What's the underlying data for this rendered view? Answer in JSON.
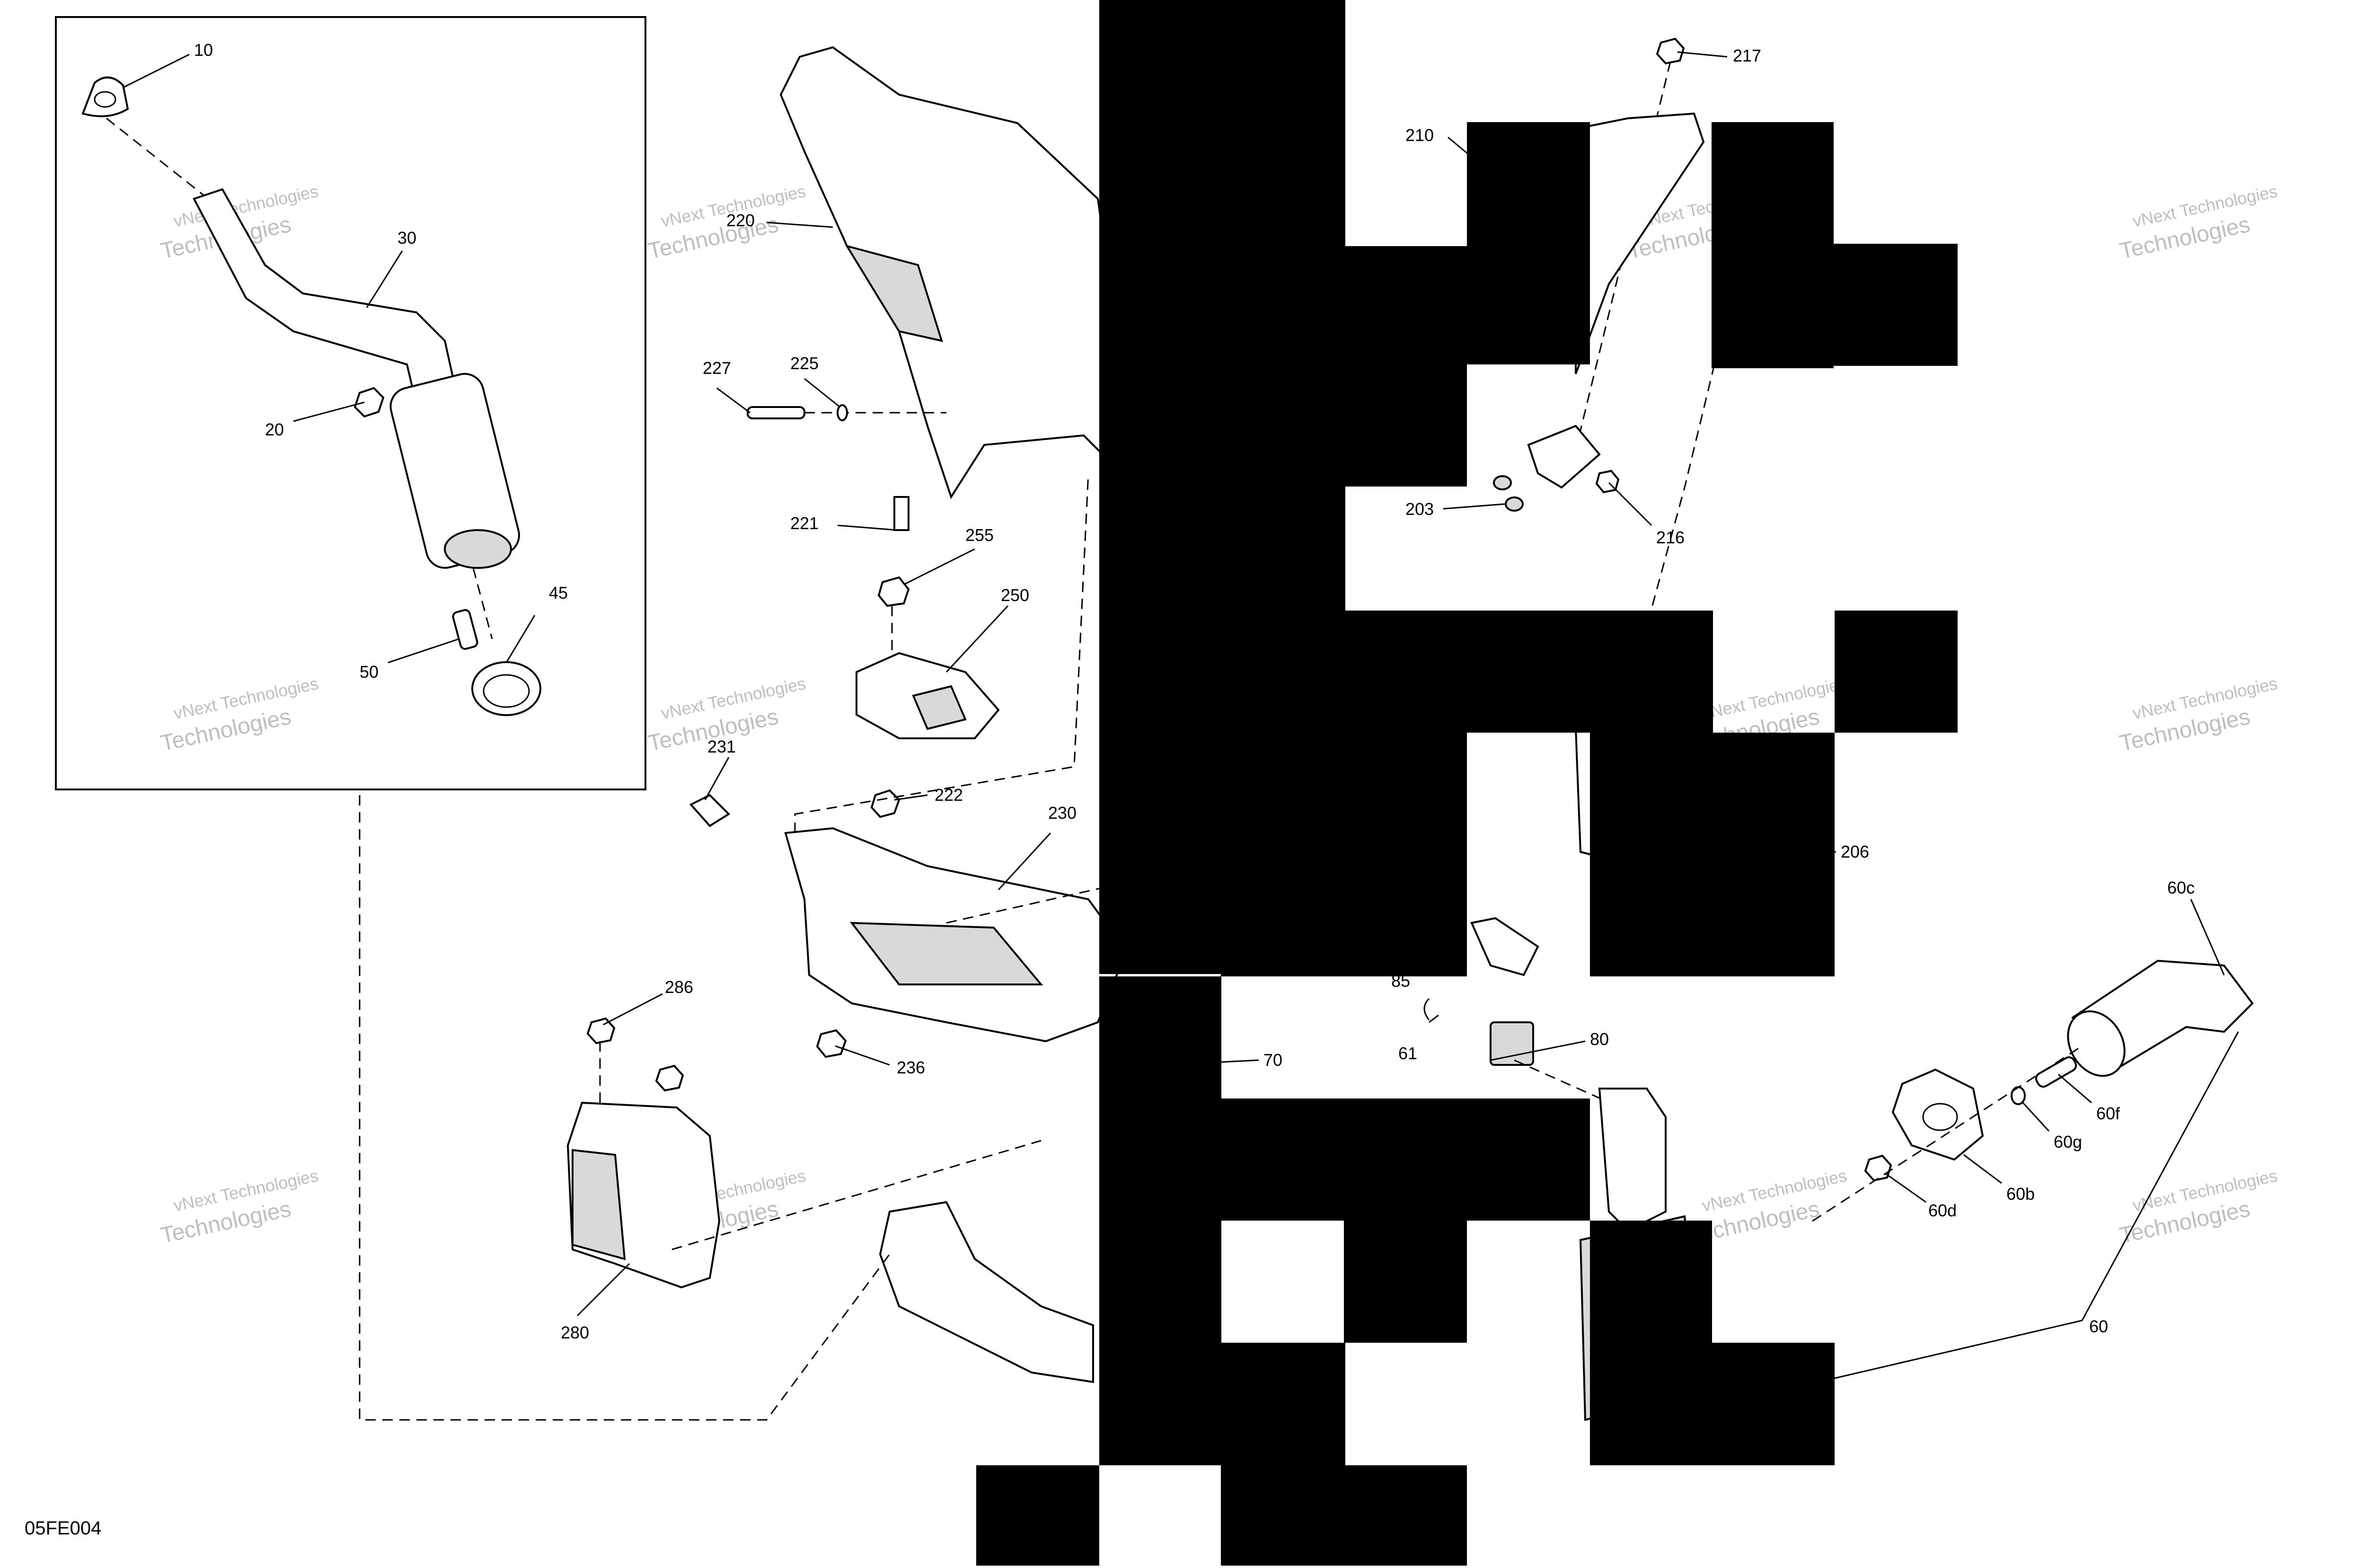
{
  "diagram": {
    "drawing_code": "05FE004",
    "watermark_lines": [
      "vNext Technologies",
      "Technologies"
    ],
    "labels": [
      "10",
      "30",
      "20",
      "50",
      "45",
      "220",
      "227",
      "225",
      "221",
      "255",
      "250",
      "231",
      "222",
      "230",
      "286",
      "236",
      "280",
      "217",
      "210",
      "203",
      "216",
      "206",
      "85",
      "61",
      "80",
      "70",
      "60c",
      "60f",
      "60g",
      "60b",
      "60d",
      "60"
    ]
  }
}
